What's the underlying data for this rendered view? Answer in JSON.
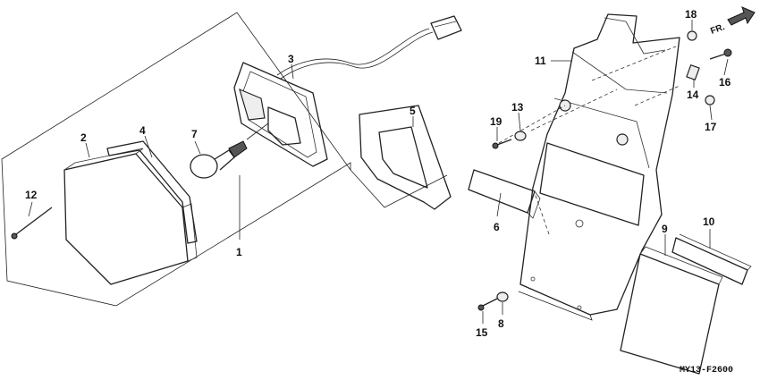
{
  "diagram": {
    "fr_label": "FR.",
    "ref_code": "MY13-F2600",
    "callouts": [
      "1",
      "2",
      "3",
      "4",
      "5",
      "6",
      "7",
      "8",
      "9",
      "10",
      "11",
      "12",
      "13",
      "14",
      "15",
      "16",
      "17",
      "18",
      "19"
    ]
  }
}
